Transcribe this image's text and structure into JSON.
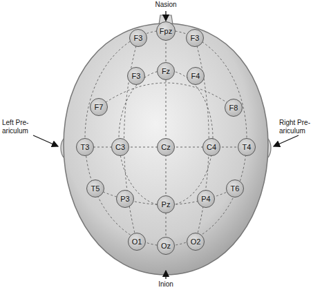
{
  "diagram": {
    "nodes": [
      {
        "text": [
          "F3"
        ]
      },
      {
        "text": [
          "Fpz"
        ]
      },
      {
        "text": [
          "F3"
        ]
      },
      {
        "text": [
          "F3"
        ]
      },
      {
        "text": [
          "Fz"
        ]
      },
      {
        "text": [
          "F4"
        ]
      },
      {
        "text": [
          "F7"
        ]
      },
      {
        "text": [
          "F8"
        ]
      },
      {
        "text": [
          "T3"
        ]
      },
      {
        "text": [
          "C3"
        ]
      },
      {
        "text": [
          "Cz"
        ]
      },
      {
        "text": [
          "C4"
        ]
      },
      {
        "text": [
          "T4"
        ]
      },
      {
        "text": [
          "T5"
        ]
      },
      {
        "text": [
          "T6"
        ]
      },
      {
        "text": [
          "P3"
        ]
      },
      {
        "text": [
          "Pz"
        ]
      },
      {
        "text": [
          "P4"
        ]
      },
      {
        "text": [
          "O1"
        ]
      },
      {
        "text": [
          "Oz"
        ]
      },
      {
        "text": [
          "O2"
        ]
      }
    ],
    "labels": [
      "Nasion",
      "Left Pre-ariculum",
      "Right Pre-ariculum",
      "Inion"
    ]
  }
}
